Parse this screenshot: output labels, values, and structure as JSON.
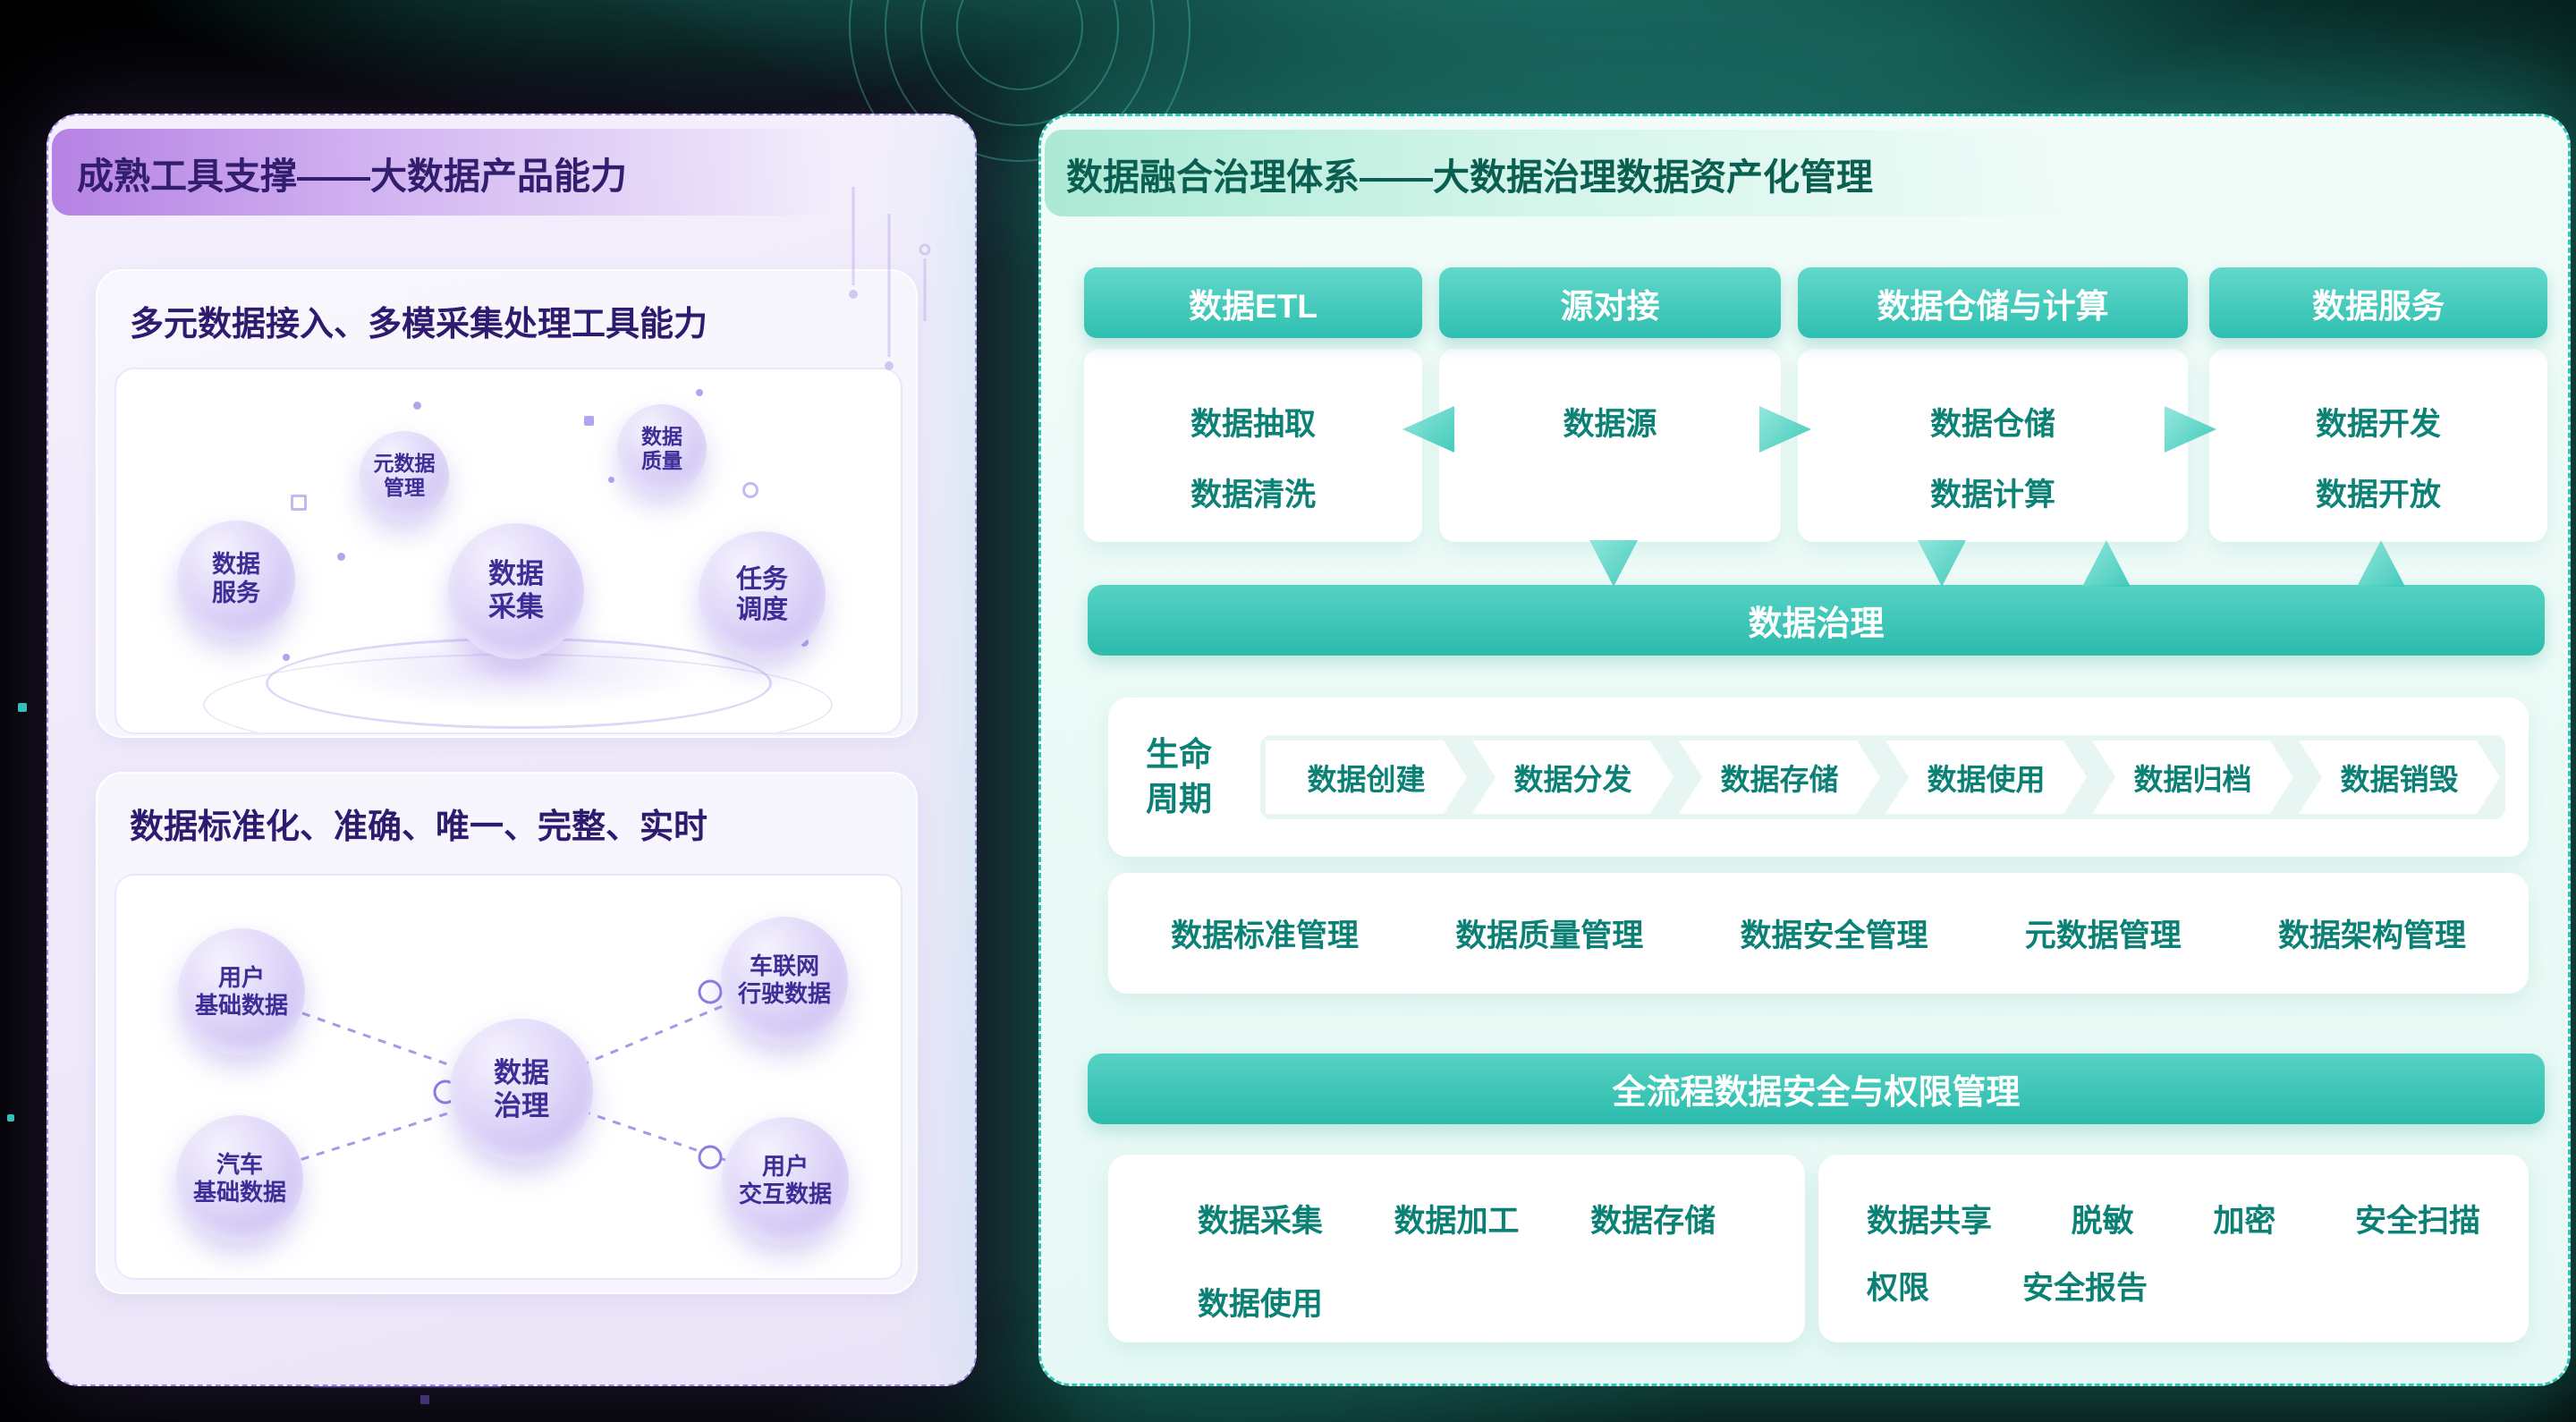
{
  "palette": {
    "background": "#000000",
    "teal_accent": "#2fc6b8",
    "teal_text": "#0b8075",
    "purple_accent": "#8a63e0",
    "purple_text": "#33206e"
  },
  "left_panel": {
    "title": "成熟工具支撑——大数据产品能力",
    "section1": {
      "title": "多元数据接入、多模采集处理工具能力",
      "bubbles": [
        {
          "label": "元数据\n管理"
        },
        {
          "label": "数据\n质量"
        },
        {
          "label": "数据\n服务"
        },
        {
          "label": "数据\n采集"
        },
        {
          "label": "任务\n调度"
        }
      ]
    },
    "section2": {
      "title": "数据标准化、准确、唯一、完整、实时",
      "center": "数据\n治理",
      "nodes": [
        {
          "label": "用户\n基础数据"
        },
        {
          "label": "车联网\n行驶数据"
        },
        {
          "label": "汽车\n基础数据"
        },
        {
          "label": "用户\n交互数据"
        }
      ]
    }
  },
  "right_panel": {
    "title": "数据融合治理体系——大数据治理数据资产化管理",
    "columns": [
      {
        "header": "数据ETL",
        "items": [
          "数据抽取",
          "数据清洗"
        ]
      },
      {
        "header": "源对接",
        "items": [
          "数据源"
        ]
      },
      {
        "header": "数据仓储与计算",
        "items": [
          "数据仓储",
          "数据计算"
        ]
      },
      {
        "header": "数据服务",
        "items": [
          "数据开发",
          "数据开放"
        ]
      }
    ],
    "governance_bar": "数据治理",
    "lifecycle": {
      "label": "生命\n周期",
      "steps": [
        "数据创建",
        "数据分发",
        "数据存储",
        "数据使用",
        "数据归档",
        "数据销毁"
      ]
    },
    "management_items": [
      "数据标准管理",
      "数据质量管理",
      "数据安全管理",
      "元数据管理",
      "数据架构管理"
    ],
    "security_bar": "全流程数据安全与权限管理",
    "security_groups": {
      "left": [
        "数据采集",
        "数据加工",
        "数据存储",
        "数据使用"
      ],
      "right_row1": [
        "数据共享",
        "脱敏",
        "加密",
        "安全扫描"
      ],
      "right_row2": [
        "权限",
        "安全报告"
      ]
    }
  }
}
